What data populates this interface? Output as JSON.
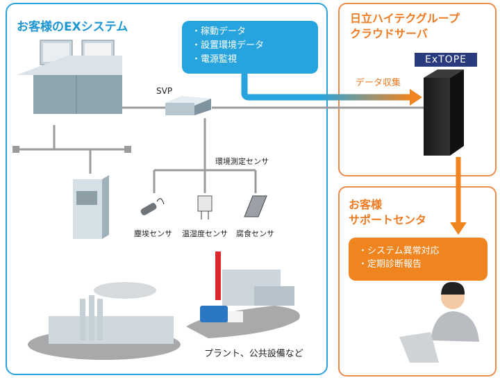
{
  "customer_system": {
    "title": "お客様のEXシステム",
    "svp_label": "SVP",
    "data_items": [
      "・稼動データ",
      "・設置環境データ",
      "・電源監視"
    ],
    "sensor_group_label": "環境測定センサ",
    "sensors": [
      "塵埃センサ",
      "温湿度センサ",
      "腐食センサ"
    ],
    "facilities_caption": "プラント、公共設備など"
  },
  "cloud_server": {
    "title_line1": "日立ハイテクグループ",
    "title_line2": "クラウドサーバ",
    "logo_text": "ExTOPE",
    "collect_label": "データ収集"
  },
  "support_center": {
    "title_line1": "お客様",
    "title_line2": "サポートセンタ",
    "services": [
      "・システム異常対応",
      "・定期診断報告"
    ]
  },
  "colors": {
    "blue": "#29a3da",
    "orange": "#f0841f",
    "line_gray": "#9a9a9a",
    "logo_navy": "#2a3a7e"
  }
}
